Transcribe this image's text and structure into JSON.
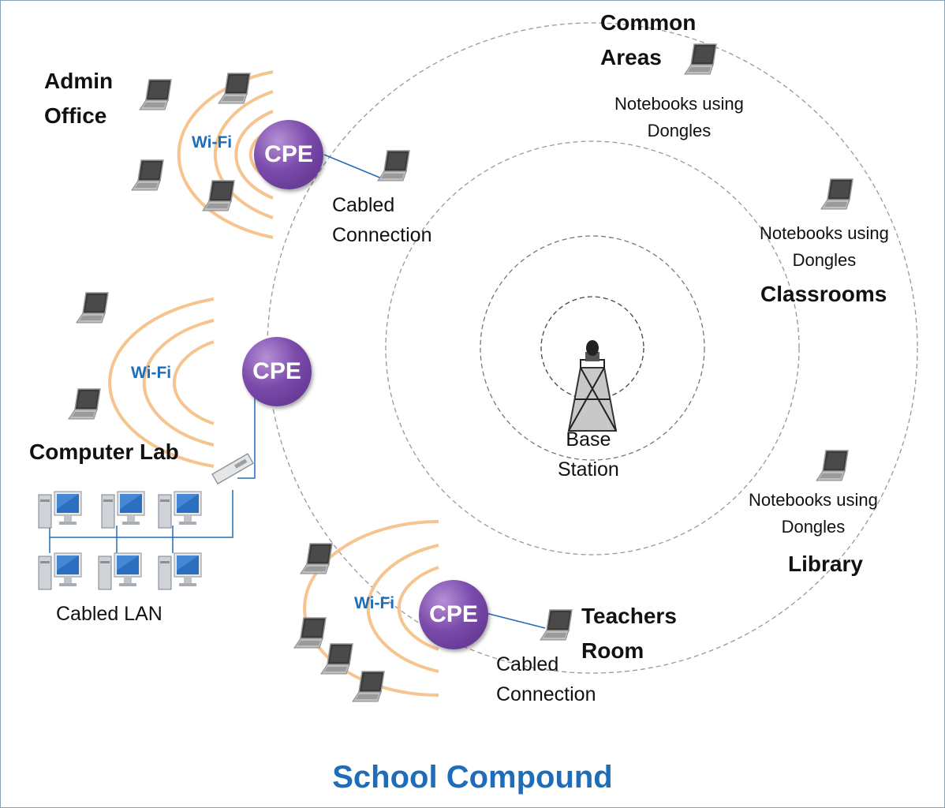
{
  "title": "School Compound",
  "zones": {
    "admin_office": "Admin\nOffice",
    "common_areas": "Common\nAreas",
    "classrooms": "Classrooms",
    "computer_lab": "Computer Lab",
    "library": "Library",
    "teachers_room": "Teachers\nRoom"
  },
  "labels": {
    "wifi": "Wi-Fi",
    "cpe": "CPE",
    "cabled_connection": "Cabled\nConnection",
    "notebooks_dongles": "Notebooks using\nDongles",
    "base_station": "Base\nStation",
    "cabled_lan": "Cabled LAN"
  },
  "colors": {
    "cpe": "#6a3d9a",
    "wifi_waves": "#f5c48f",
    "title": "#1f6db8",
    "lines": "#1f6db8"
  }
}
